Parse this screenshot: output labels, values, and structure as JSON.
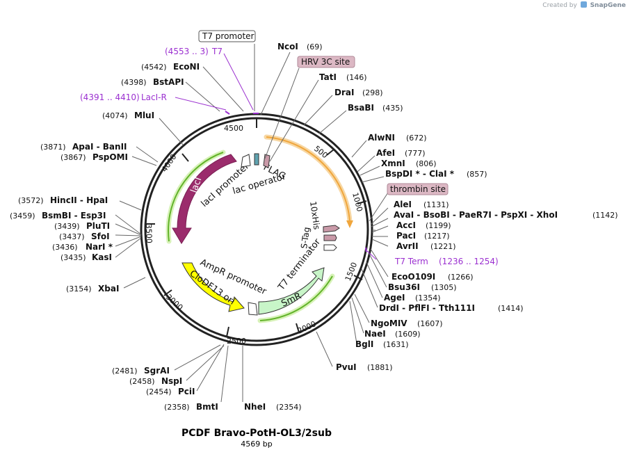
{
  "credit": {
    "prefix": "Created by",
    "brand": "SnapGene"
  },
  "plasmid": {
    "name": "PCDF Bravo-PotH-OL3/2sub",
    "size_label": "4569 bp"
  },
  "ticks": [
    "500",
    "1000",
    "1500",
    "2000",
    "2500",
    "3000",
    "3500",
    "4000",
    "4500"
  ],
  "features": {
    "lacI": "lacI",
    "lacI_promoter": "lacI promoter",
    "lac_operator": "lac operator",
    "FLAG": "FLAG",
    "his": "10xHis",
    "stag": "S-Tag",
    "ampR_promoter": "AmpR promoter",
    "ori": "CloDF13 ori",
    "smR": "SmR",
    "t7_terminator": "T7 terminator"
  },
  "annotations": {
    "t7_promoter": "T7 promoter",
    "hrv": "HRV 3C site",
    "thrombin": "thrombin site",
    "t7_primer_name": "T7",
    "t7_primer_pos": "(4553 .. 3)",
    "lacR_name": "LacI-R",
    "lacR_pos": "(4391 .. 4410)",
    "t7term_name": "T7 Term",
    "t7term_pos": "(1236 .. 1254)"
  },
  "sites": {
    "ncoi": {
      "name": "NcoI",
      "pos": "(69)"
    },
    "tati": {
      "name": "TatI",
      "pos": "(146)"
    },
    "drai": {
      "name": "DraI",
      "pos": "(298)"
    },
    "bsabi": {
      "name": "BsaBI",
      "pos": "(435)"
    },
    "alwni": {
      "name": "AlwNI",
      "pos": "(672)"
    },
    "afei": {
      "name": "AfeI",
      "pos": "(777)"
    },
    "xmni": {
      "name": "XmnI",
      "pos": "(806)"
    },
    "bspdi": {
      "name": "BspDI * - ClaI *",
      "pos": "(857)"
    },
    "alei": {
      "name": "AleI",
      "pos": "(1131)"
    },
    "avai": {
      "name": "AvaI - BsoBI - PaeR7I - PspXI - XhoI",
      "pos": "(1142)"
    },
    "acci": {
      "name": "AccI",
      "pos": "(1199)"
    },
    "paci": {
      "name": "PacI",
      "pos": "(1217)"
    },
    "avrii": {
      "name": "AvrII",
      "pos": "(1221)"
    },
    "ecoo109i": {
      "name": "EcoO109I",
      "pos": "(1266)"
    },
    "bsu36i": {
      "name": "Bsu36I",
      "pos": "(1305)"
    },
    "agei": {
      "name": "AgeI",
      "pos": "(1354)"
    },
    "drdi": {
      "name": "DrdI - PflFI - Tth111I",
      "pos": "(1414)"
    },
    "ngomiv": {
      "name": "NgoMIV",
      "pos": "(1607)"
    },
    "naei": {
      "name": "NaeI",
      "pos": "(1609)"
    },
    "bgli": {
      "name": "BglI",
      "pos": "(1631)"
    },
    "pvui": {
      "name": "PvuI",
      "pos": "(1881)"
    },
    "nhei": {
      "name": "NheI",
      "pos": "(2354)"
    },
    "bmti": {
      "name": "BmtI",
      "pos": "(2358)"
    },
    "pcii": {
      "name": "PciI",
      "pos": "(2454)"
    },
    "nspi": {
      "name": "NspI",
      "pos": "(2458)"
    },
    "sgrai": {
      "name": "SgrAI",
      "pos": "(2481)"
    },
    "xbai": {
      "name": "XbaI",
      "pos": "(3154)"
    },
    "kasi": {
      "name": "KasI",
      "pos": "(3435)"
    },
    "nari": {
      "name": "NarI *",
      "pos": "(3436)"
    },
    "sfoi": {
      "name": "SfoI",
      "pos": "(3437)"
    },
    "pluti": {
      "name": "PluTI",
      "pos": "(3439)"
    },
    "bsmbi": {
      "name": "BsmBI - Esp3I",
      "pos": "(3459)"
    },
    "hincii": {
      "name": "HincII - HpaI",
      "pos": "(3572)"
    },
    "pspomi": {
      "name": "PspOMI",
      "pos": "(3867)"
    },
    "apai": {
      "name": "ApaI - BanII",
      "pos": "(3871)"
    },
    "mlui": {
      "name": "MluI",
      "pos": "(4074)"
    },
    "bstapi": {
      "name": "BstAPI",
      "pos": "(4398)"
    },
    "econi": {
      "name": "EcoNI",
      "pos": "(4542)"
    }
  },
  "colors": {
    "lacI": "#9b2c6c",
    "lacI_glow": "#a9e06f",
    "smR": "#c8f5c8",
    "smR_glow": "#62b32a",
    "ori": "#ffff00",
    "orange_arc": "#f0a63c",
    "tag": "#c99aa8",
    "primer": "#9b30d0",
    "annot_bg": "#dcb8c4"
  }
}
